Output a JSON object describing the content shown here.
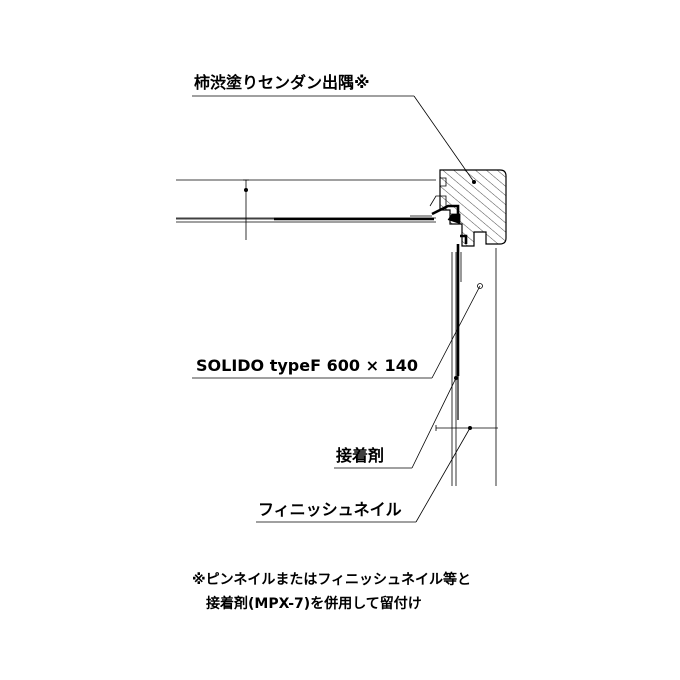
{
  "labels": {
    "corner_piece": "柿渋塗りセンダン出隅※",
    "panel": "SOLIDO typeF 600 × 140",
    "adhesive": "接着剤",
    "nail": "フィニッシュネイル"
  },
  "note": {
    "line1": "※ピンネイルまたはフィニッシュネイル等と",
    "line2": "接着剤(MPX-7)を併用して留付け"
  }
}
